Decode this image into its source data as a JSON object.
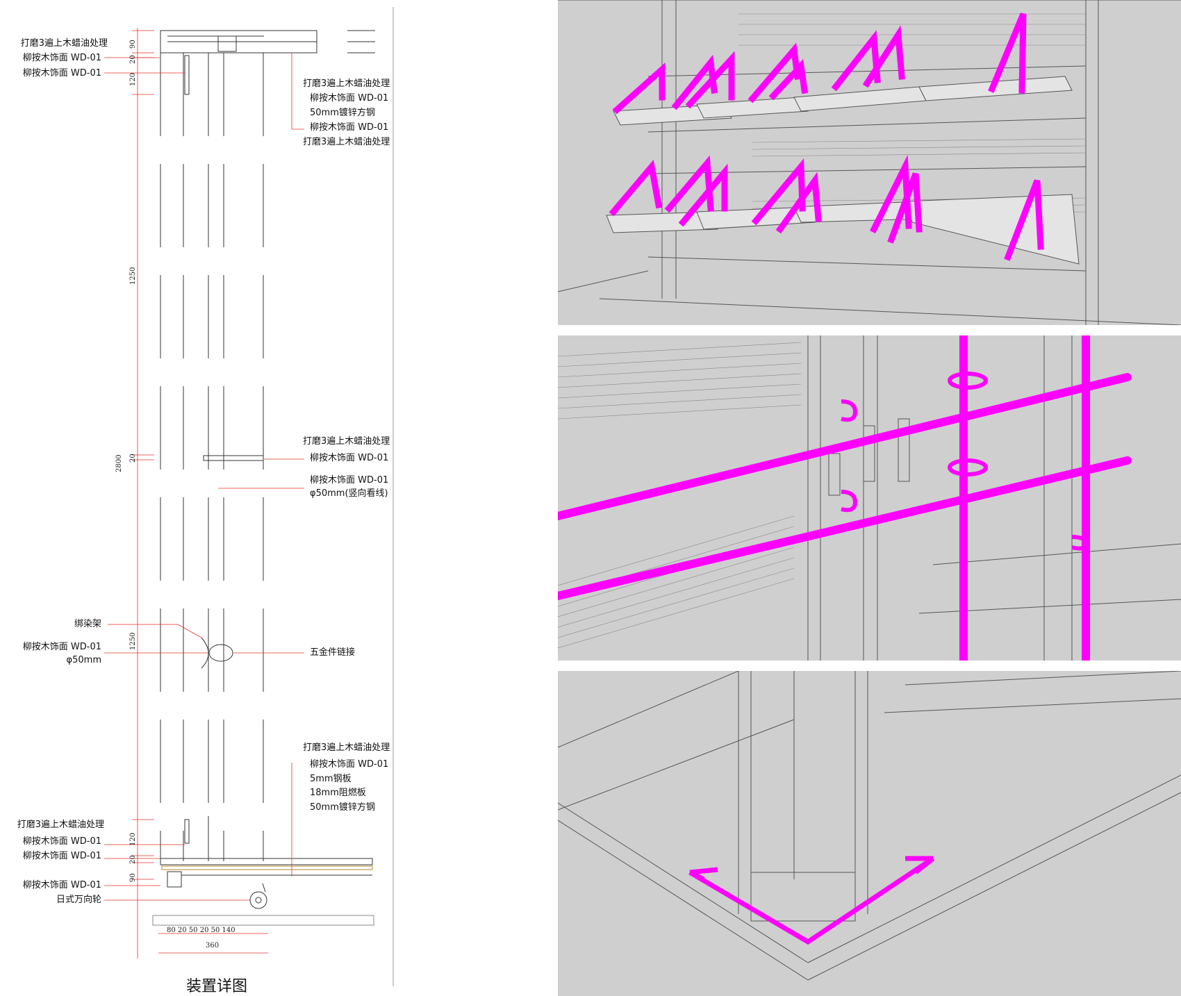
{
  "drawing": {
    "title": "装置详图",
    "labels": {
      "wax_top_left": "打磨3遍上木蜡油处理",
      "wd01_top_1": "柳按木饰面 WD-01",
      "wd01_top_2": "柳按木饰面 WD-01",
      "wax_top_right": "打磨3遍上木蜡油处理",
      "wd01_top_r1": "柳按木饰面 WD-01",
      "steel_top": "50mm镀锌方钢",
      "wd01_top_r2": "柳按木饰面 WD-01",
      "wax_top_right_2": "打磨3遍上木蜡油处理",
      "wax_mid": "打磨3遍上木蜡油处理",
      "wd01_mid_1": "柳按木饰面 WD-01",
      "wd01_mid_2": "柳按木饰面 WD-01",
      "phi50_vertical": "φ50mm(竖向看线)",
      "dye_rack": "绑染架",
      "wd01_rack": "柳按木饰面 WD-01",
      "phi50_rack": "φ50mm",
      "hardware": "五金件链接",
      "wax_bot_right": "打磨3遍上木蜡油处理",
      "wd01_bot_r": "柳按木饰面 WD-01",
      "steel_plate": "5mm钢板",
      "fire_board": "18mm阻燃板",
      "steel_bot": "50mm镀锌方钢",
      "wax_bot_left": "打磨3遍上木蜡油处理",
      "wd01_bot_l1": "柳按木饰面 WD-01",
      "wd01_bot_l2": "柳按木饰面 WD-01",
      "wd01_bot_l3": "柳按木饰面 WD-01",
      "caster": "日式万向轮"
    },
    "dims": {
      "d90_top": "90",
      "d20_top": "20",
      "d120_top": "120",
      "d1250_top": "1250",
      "d2800": "2800",
      "d20_mid": "20",
      "d1250_bot": "1250",
      "d120_bot": "120",
      "d20_bot": "20",
      "d90_bot": "90",
      "h_row": "80  20 50 20 50    140",
      "h_total": "360"
    }
  },
  "colors": {
    "highlight": "#ff00ff",
    "panel_bg": "#cfcfcf",
    "leader": "#e0302a",
    "line": "#333333"
  }
}
